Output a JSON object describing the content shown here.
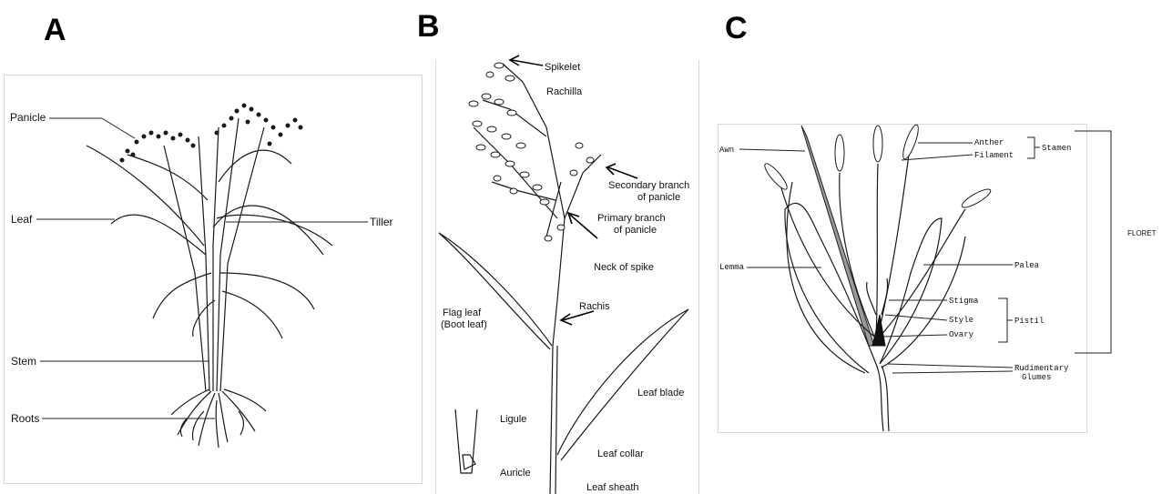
{
  "panels": {
    "a": {
      "letter": "A",
      "labels": {
        "panicle": "Panicle",
        "leaf": "Leaf",
        "tiller": "Tiller",
        "stem": "Stem",
        "roots": "Roots"
      }
    },
    "b": {
      "letter": "B",
      "labels": {
        "spikelet": "Spikelet",
        "rachilla": "Rachilla",
        "secondary_line1": "Secondary branch",
        "secondary_line2": "of panicle",
        "primary_line1": "Primary branch",
        "primary_line2": "of panicle",
        "neck": "Neck of spike",
        "rachis": "Rachis",
        "flag_line1": "Flag leaf",
        "flag_line2": "(Boot leaf)",
        "leaf_blade": "Leaf blade",
        "ligule": "Ligule",
        "auricle": "Auricle",
        "leaf_collar": "Leaf collar",
        "leaf_sheath": "Leaf sheath"
      }
    },
    "c": {
      "letter": "C",
      "labels": {
        "awn": "Awn",
        "anther": "Anther",
        "filament": "Filament",
        "stamen": "Stamen",
        "floret": "FLORET",
        "lemma": "Lemma",
        "palea": "Palea",
        "stigma": "Stigma",
        "style": "Style",
        "ovary": "Ovary",
        "pistil": "Pistil",
        "rudimentary_line1": "Rudimentary",
        "rudimentary_line2": "Glumes"
      }
    }
  }
}
